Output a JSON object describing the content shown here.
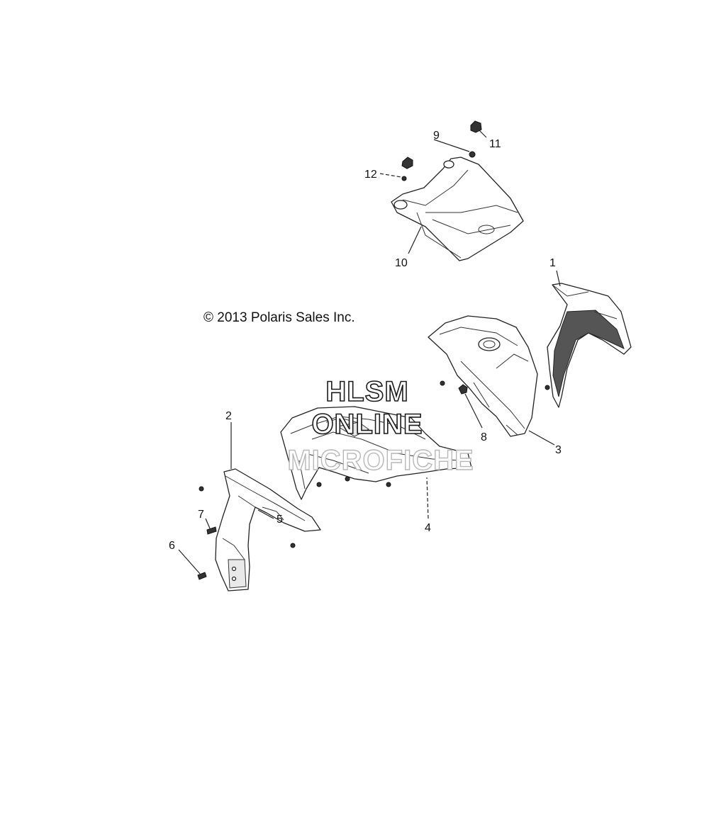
{
  "copyright": "© 2013 Polaris Sales Inc.",
  "watermark": {
    "line1": "HLSM",
    "line2": "ONLINE",
    "line3": "MICROFICHE"
  },
  "callouts": [
    "1",
    "2",
    "3",
    "4",
    "5",
    "6",
    "7",
    "8",
    "9",
    "10",
    "11",
    "12"
  ]
}
